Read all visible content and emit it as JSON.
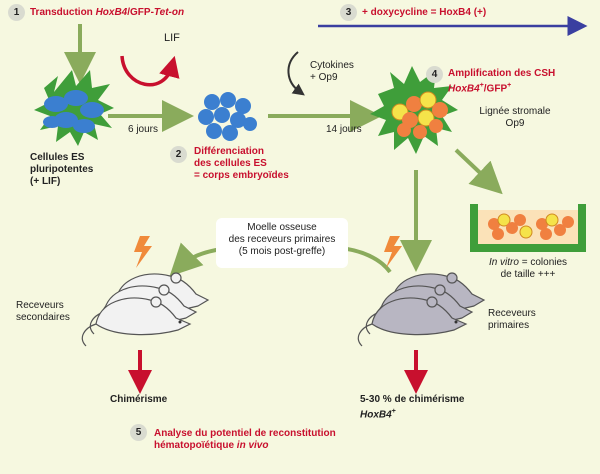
{
  "steps": [
    {
      "num": "1",
      "label_bold": "Transduction ",
      "label_gene": "HoxB4",
      "label_mid": "/GFP-",
      "label_tet": "Tet-on"
    },
    {
      "num": "2",
      "label_line1": "Différenciation",
      "label_line2": "des cellules ES",
      "label_line3": "= corps embryoïdes"
    },
    {
      "num": "3",
      "label": "+ doxycycline = HoxB4 (+)"
    },
    {
      "num": "4",
      "label_line1": "Amplification des CSH",
      "label_gene": "HoxB4",
      "label_sup1": "+",
      "label_gfp": "/GFP",
      "label_sup2": "+"
    },
    {
      "num": "5",
      "label_line1": "Analyse du potentiel de reconstitution",
      "label_line2a": "hématopoïétique ",
      "label_line2b": "in vivo"
    }
  ],
  "labels": {
    "es_cells_line1": "Cellules ES",
    "es_cells_line2": "pluripotentes",
    "es_cells_line3": "(+ LIF)",
    "lif": "LIF",
    "six_days": "6 jours",
    "fourteen_days": "14 jours",
    "cytokines_line1": "Cytokines",
    "cytokines_line2": "+ Op9",
    "stromal_line1": "Lignée stromale",
    "stromal_line2": "Op9",
    "invitro_it": "In vitro",
    "invitro_rest": " = colonies",
    "invitro_line2": "de taille +++",
    "bone_marrow_line1": "Moelle osseuse",
    "bone_marrow_line2": "des receveurs primaires",
    "bone_marrow_line3": "(5 mois post-greffe)",
    "secondary_line1": "Receveurs",
    "secondary_line2": "secondaires",
    "primary_line1": "Receveurs",
    "primary_line2": "primaires",
    "chimerism": "Chimérisme",
    "chimerism_primary_line1": "5-30 % de chimérisme",
    "chimerism_primary_gene": "HoxB4",
    "chimerism_primary_sup": "+"
  },
  "colors": {
    "background": "#f6f8e0",
    "arrow_green": "#8aab5c",
    "accent_red": "#c8102e",
    "arrow_blue": "#3a3fa0",
    "cell_blue": "#3b7fd0",
    "stroma_green": "#3f9e3a",
    "mouse_white": "#f2f2f2",
    "mouse_grey": "#b8b6c2",
    "colony_orange": "#f08040",
    "colony_yellow": "#f5e34a",
    "lightning": "#f08a3a"
  }
}
